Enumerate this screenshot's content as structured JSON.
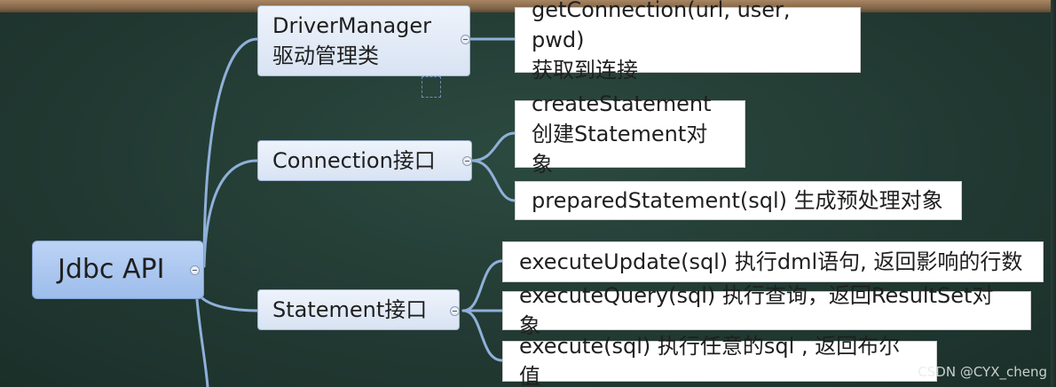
{
  "root": {
    "label": "Jdbc API"
  },
  "branches": [
    {
      "label_lines": [
        "DriverManager",
        "驱动管理类"
      ],
      "children": [
        {
          "lines": [
            "getConnection(url, user, pwd)",
            "获取到连接"
          ]
        }
      ]
    },
    {
      "label_lines": [
        "Connection接口"
      ],
      "children": [
        {
          "lines": [
            "createStatement",
            "创建Statement对象"
          ]
        },
        {
          "lines": [
            "preparedStatement(sql) 生成预处理对象"
          ]
        }
      ]
    },
    {
      "label_lines": [
        "Statement接口"
      ],
      "children": [
        {
          "lines": [
            "executeUpdate(sql) 执行dml语句, 返回影响的行数"
          ]
        },
        {
          "lines": [
            "executeQuery(sql) 执行查询，返回ResultSet对象"
          ]
        },
        {
          "lines": [
            "execute(sql) 执行任意的sql , 返回布尔值"
          ]
        }
      ]
    }
  ],
  "watermark": "CSDN @CYX_cheng",
  "colors": {
    "board": "#223a33",
    "frame": "#8a6c4e",
    "connector": "#8fb0d8",
    "root_fill": "#a9c6ee",
    "branch_fill": "#e3ebf7",
    "leaf_fill": "#ffffff"
  }
}
